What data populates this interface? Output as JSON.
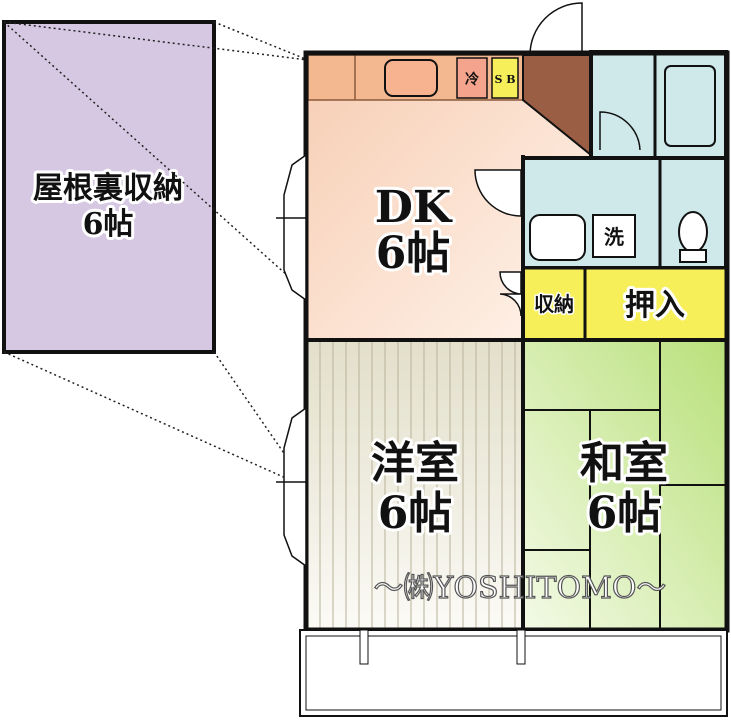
{
  "floor_plan": {
    "attic_storage": {
      "name": "屋根裏収納",
      "size": "6帖"
    },
    "dk": {
      "name": "DK",
      "size": "6帖"
    },
    "western_room": {
      "name": "洋室",
      "size": "6帖"
    },
    "japanese_room": {
      "name": "和室",
      "size": "6帖"
    },
    "closet_label": "押入",
    "storage_label": "収納",
    "washer_label": "洗",
    "fridge_label": "冷",
    "shoe_box_label": "S B",
    "watermark": "～㈱YOSHITOMO～"
  },
  "colors": {
    "attic": "#d6c8e2",
    "dk": "#f9d9c4",
    "kitchen_counter": "#f4b890",
    "western_floor": "#e9e6d6",
    "tatami": "#c9e68f",
    "wet_area": "#cfe9ea",
    "closet": "#f6ef5a",
    "entrance": "#9a5e45",
    "wall": "#111111"
  }
}
